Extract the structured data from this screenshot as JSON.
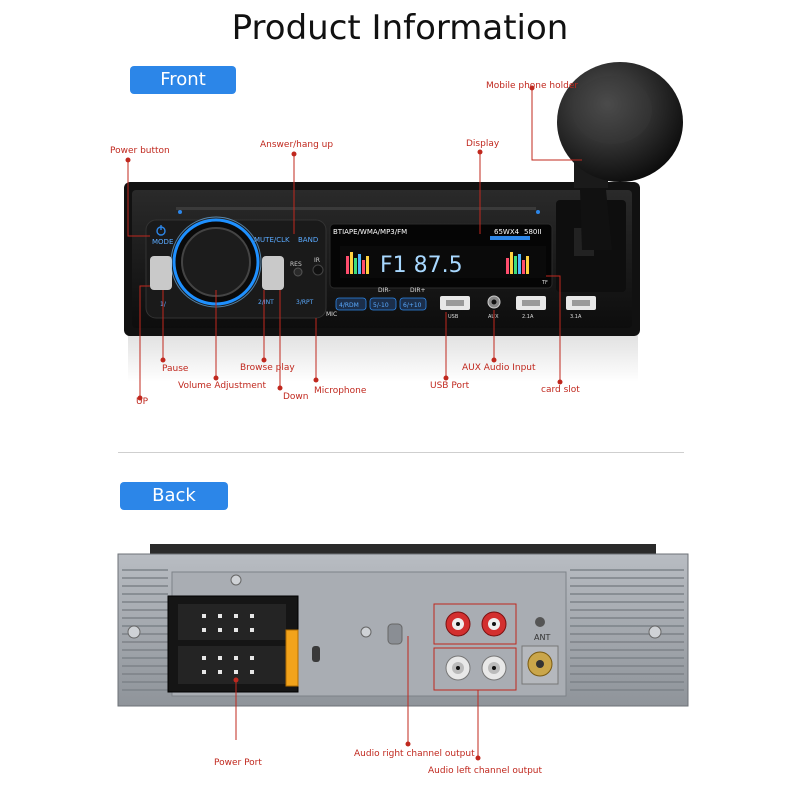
{
  "title": "Product Information",
  "sections": {
    "front": "Front",
    "back": "Back"
  },
  "front_callouts": {
    "power_button": "Power button",
    "answer_hang_up": "Answer/hang up",
    "display": "Display",
    "mobile_phone_holder": "Mobile phone holder",
    "pause": "Pause",
    "volume_adjustment": "Volume Adjustment",
    "browse_play": "Browse play",
    "up": "UP",
    "down": "Down",
    "microphone": "Microphone",
    "usb_port": "USB Port",
    "aux_audio_input": "AUX Audio Input",
    "card_slot": "card slot"
  },
  "back_callouts": {
    "power_port": "Power Port",
    "audio_right": "Audio right channel output",
    "audio_left": "Audio left channel output"
  },
  "device_front": {
    "mode": "MODE",
    "mute_clk": "MUTE/CLK",
    "band": "BAND",
    "res": "RES",
    "ir": "IR",
    "format_strip": "BTIAPE/WMA/MP3/FM",
    "power_spec": "65WX4",
    "model": "580II",
    "display_text": "F1  87.5",
    "dir_minus": "DIR-",
    "dir_plus": "DIR+",
    "key_1": "1/",
    "key_2": "2/INT",
    "key_3": "3/RPT",
    "key_4": "4/RDM",
    "key_5": "5/-10",
    "key_6": "6/+10",
    "mic": "MIC",
    "usb": "USB",
    "aux": "AUX",
    "usb_2a": "2.1A",
    "usb_3a": "3.1A",
    "tf": "TF"
  },
  "device_back": {
    "ant": "ANT"
  },
  "colors": {
    "accent": "#2c86e8",
    "callout_red": "#c0281e",
    "display_blue": "#a8d8ff"
  }
}
